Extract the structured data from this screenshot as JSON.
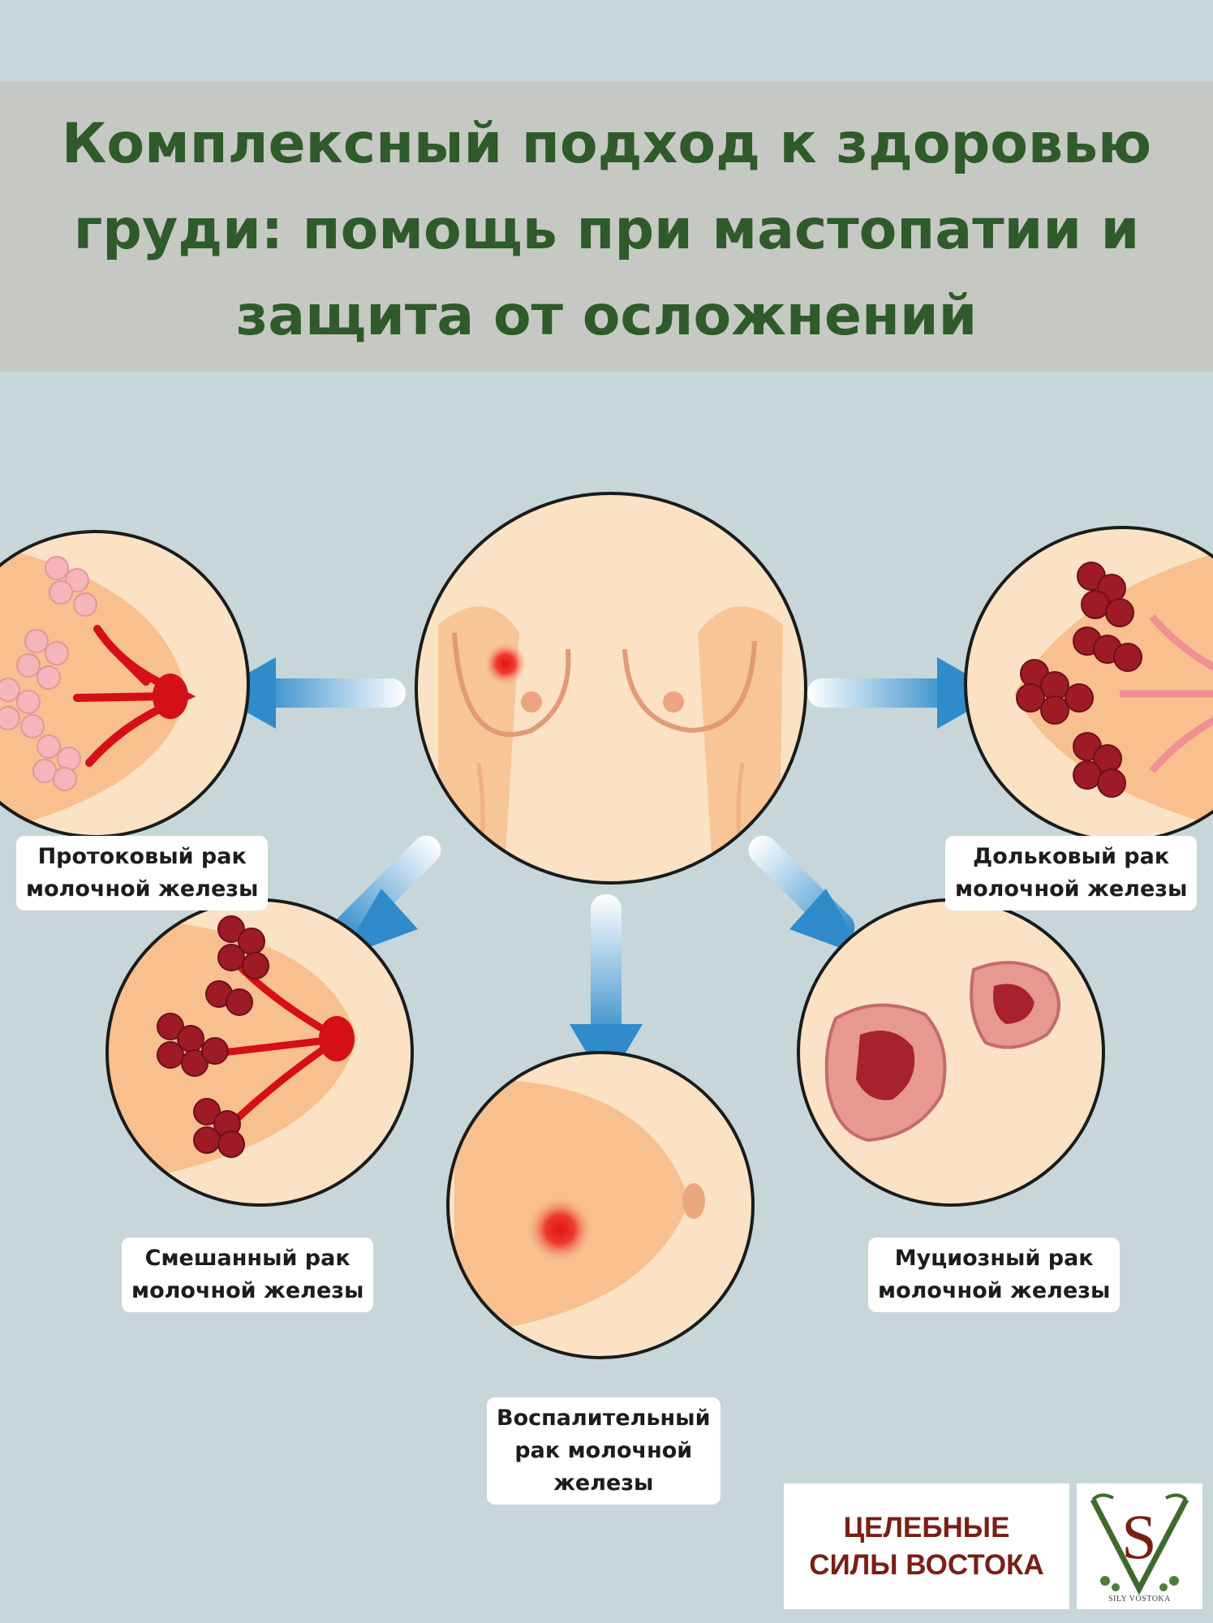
{
  "title": "Комплексный подход к здоровью груди: помощь при мастопатии и защита от осложнений",
  "labels": {
    "ductal": "Протоковый рак\nмолочной железы",
    "lobular": "Дольковый рак\nмолочной железы",
    "mixed": "Смешанный рак\nмолочной железы",
    "mucinous": "Муциозный рак\nмолочной железы",
    "inflammatory": "Воспалительный\nрак молочной\nжелезы"
  },
  "brand": {
    "name": "ЦЕЛЕБНЫЕ\nСИЛЫ ВОСТОКА",
    "logo_letter": "S",
    "logo_caption": "SILY VOSTOKA"
  },
  "colors": {
    "background": "#c7d6d9",
    "title_band": "#c6c9c3",
    "title_text": "#2f5a2a",
    "brand_text": "#7a1f14",
    "arrow": "#3a8fc8",
    "skin": "#f5c79a",
    "tumor": "#a8212f"
  }
}
